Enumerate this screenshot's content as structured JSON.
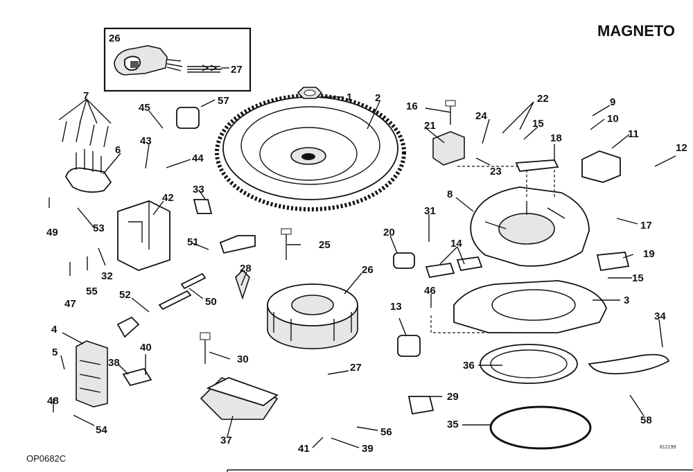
{
  "title": "MAGNETO",
  "drawing_code": "OP0682C",
  "corner_code": "812199",
  "callouts": [
    "1",
    "2",
    "3",
    "4",
    "5",
    "6",
    "7",
    "8",
    "9",
    "10",
    "11",
    "12",
    "13",
    "14",
    "15",
    "15",
    "16",
    "17",
    "18",
    "19",
    "20",
    "21",
    "22",
    "23",
    "24",
    "25",
    "26",
    "26",
    "27",
    "27",
    "28",
    "29",
    "30",
    "31",
    "32",
    "33",
    "34",
    "35",
    "36",
    "37",
    "38",
    "39",
    "40",
    "41",
    "42",
    "43",
    "44",
    "45",
    "46",
    "47",
    "48",
    "49",
    "50",
    "51",
    "52",
    "53",
    "54",
    "55",
    "56",
    "57",
    "58"
  ]
}
